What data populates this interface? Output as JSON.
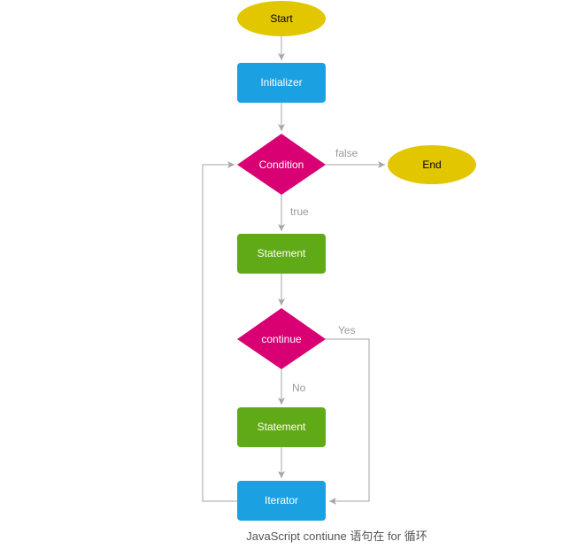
{
  "colors": {
    "terminal": "#e2c700",
    "process": "#1ba1e2",
    "decision": "#d80073",
    "statement": "#60a917",
    "edge": "#a6a6a6",
    "edge_label": "#999999"
  },
  "nodes": {
    "start": {
      "label": "Start",
      "shape": "terminal"
    },
    "initializer": {
      "label": "Initializer",
      "shape": "process"
    },
    "condition": {
      "label": "Condition",
      "shape": "decision"
    },
    "end": {
      "label": "End",
      "shape": "terminal"
    },
    "statement1": {
      "label": "Statement",
      "shape": "statement"
    },
    "continue": {
      "label": "continue",
      "shape": "decision"
    },
    "statement2": {
      "label": "Statement",
      "shape": "statement"
    },
    "iterator": {
      "label": "Iterator",
      "shape": "process"
    }
  },
  "edges": {
    "false_label": "false",
    "true_label": "true",
    "yes_label": "Yes",
    "no_label": "No"
  },
  "caption": "JavaScript contiune 语句在 for 循环"
}
